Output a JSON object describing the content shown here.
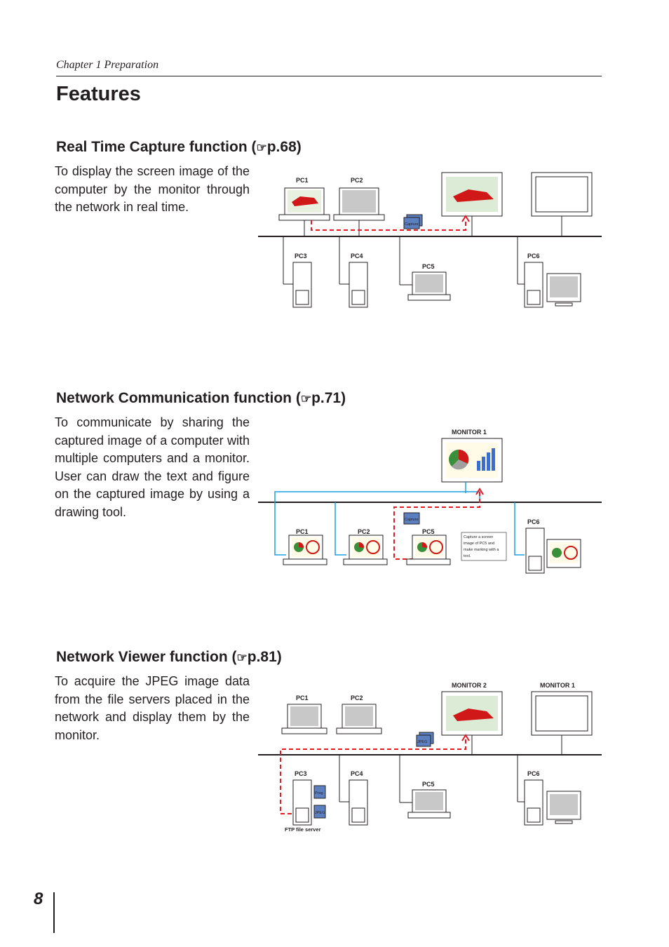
{
  "header": {
    "chapter": "Chapter 1 Preparation",
    "title": "Features"
  },
  "sections": [
    {
      "heading": "Real Time Capture function (",
      "ref": "p.68)",
      "body": "To display the screen image of the computer by the monitor through the network in real time.",
      "labels": {
        "pc1": "PC1",
        "pc2": "PC2",
        "pc3": "PC3",
        "pc4": "PC4",
        "pc5": "PC5",
        "pc6": "PC6",
        "capture": "Capture"
      }
    },
    {
      "heading": "Network Communication function (",
      "ref": "p.71)",
      "body": "To communicate by sharing the captured image of a computer with multiple computers and a monitor. User can draw the text and figure on the captured image by using a drawing tool.",
      "labels": {
        "monitor1": "MONITOR 1",
        "pc1": "PC1",
        "pc2": "PC2",
        "pc5": "PC5",
        "pc6": "PC6",
        "capture": "Capture",
        "note": [
          "Capture a screen",
          "image of PC5 and",
          "make marking with a",
          "tool."
        ]
      }
    },
    {
      "heading": "Network Viewer function (",
      "ref": "p.81)",
      "body": "To acquire the JPEG image data from the file servers placed in the network and display them by the monitor.",
      "labels": {
        "monitor1": "MONITOR 1",
        "monitor2": "MONITOR 2",
        "pc1": "PC1",
        "pc2": "PC2",
        "pc3": "PC3",
        "pc4": "PC4",
        "pc5": "PC5",
        "pc6": "PC6",
        "jpeg": "JPEG",
        "prog": "Prog",
        "ftp": "FTP file server"
      }
    }
  ],
  "page_number": "8",
  "colors": {
    "network_line": "#231f20",
    "red_dashed": "#e31b23",
    "blue_line": "#1ba1e2",
    "screen": "#c8c8c8",
    "capture_file": "#5b7fbf"
  }
}
